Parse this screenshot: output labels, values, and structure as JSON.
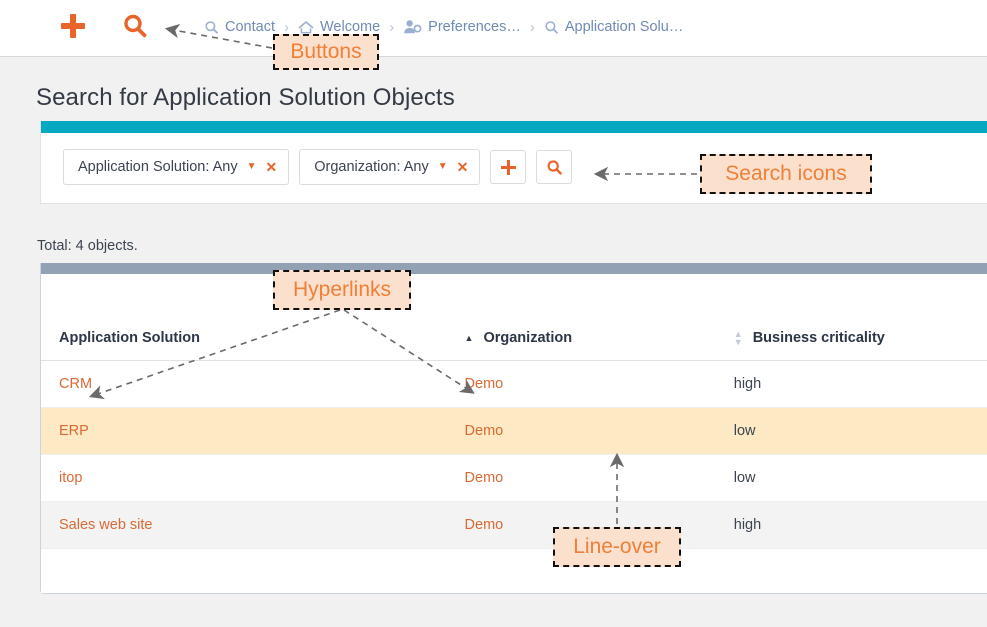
{
  "topbar": {
    "buttons": [
      {
        "name": "new-object-button",
        "icon": "plus-icon",
        "label": ""
      },
      {
        "name": "search-button",
        "icon": "search-icon",
        "label": ""
      }
    ],
    "breadcrumb": [
      {
        "label": "Contact",
        "icon": "search-icon"
      },
      {
        "label": "Welcome",
        "icon": "home-icon"
      },
      {
        "label": "Preferences…",
        "icon": "user-gear-icon"
      },
      {
        "label": "Application Solu…",
        "icon": "search-icon"
      }
    ],
    "separator": "›"
  },
  "page": {
    "title": "Search for Application Solution Objects",
    "total_text": "Total: 4 objects.",
    "accent_teal": "#05a8c1",
    "accent_orange": "#e8642a",
    "header_gray": "#93a1b5",
    "link_orange": "#d96a33",
    "highlight_row": "#fde9c3"
  },
  "search": {
    "chips": [
      {
        "label": "Application Solution: Any",
        "caret": "▼",
        "close": "✕"
      },
      {
        "label": "Organization: Any",
        "caret": "▼",
        "close": "✕"
      }
    ],
    "add_criteria_label": "",
    "run_search_label": ""
  },
  "results": {
    "columns": [
      {
        "label": "Application Solution",
        "sort": "none"
      },
      {
        "label": "Organization",
        "sort": "asc"
      },
      {
        "label": "Business criticality",
        "sort": "sortable"
      }
    ],
    "rows": [
      {
        "application_solution": "CRM",
        "organization": "Demo",
        "business_criticality": "high",
        "style": "plain"
      },
      {
        "application_solution": "ERP",
        "organization": "Demo",
        "business_criticality": "low",
        "style": "highlight"
      },
      {
        "application_solution": "itop",
        "organization": "Demo",
        "business_criticality": "low",
        "style": "plain"
      },
      {
        "application_solution": "Sales web site",
        "organization": "Demo",
        "business_criticality": "high",
        "style": "alt"
      }
    ]
  },
  "annotations": [
    {
      "id": "buttons",
      "label": "Buttons"
    },
    {
      "id": "search_icons",
      "label": "Search icons"
    },
    {
      "id": "hyperlinks",
      "label": "Hyperlinks"
    },
    {
      "id": "lineover",
      "label": "Line-over"
    }
  ]
}
